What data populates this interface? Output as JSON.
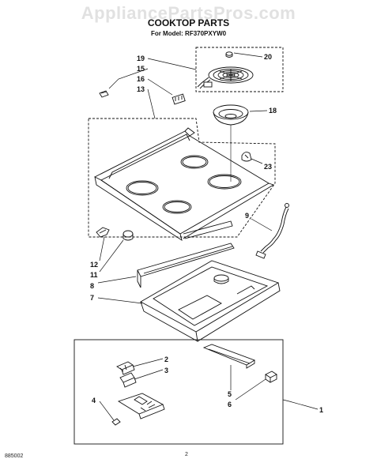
{
  "watermark": "AppliancePartsPros.com",
  "title": "COOKTOP PARTS",
  "subtitle": "For Model: RF370PXYW0",
  "footer": {
    "code": "885002",
    "page": "2"
  },
  "callouts": {
    "c19": "19",
    "c15": "15",
    "c16": "16",
    "c13": "13",
    "c20": "20",
    "c18": "18",
    "c23": "23",
    "c9": "9",
    "c12": "12",
    "c11": "11",
    "c8": "8",
    "c7": "7",
    "c2": "2",
    "c3": "3",
    "c4": "4",
    "c5": "5",
    "c6": "6",
    "c1": "1"
  }
}
